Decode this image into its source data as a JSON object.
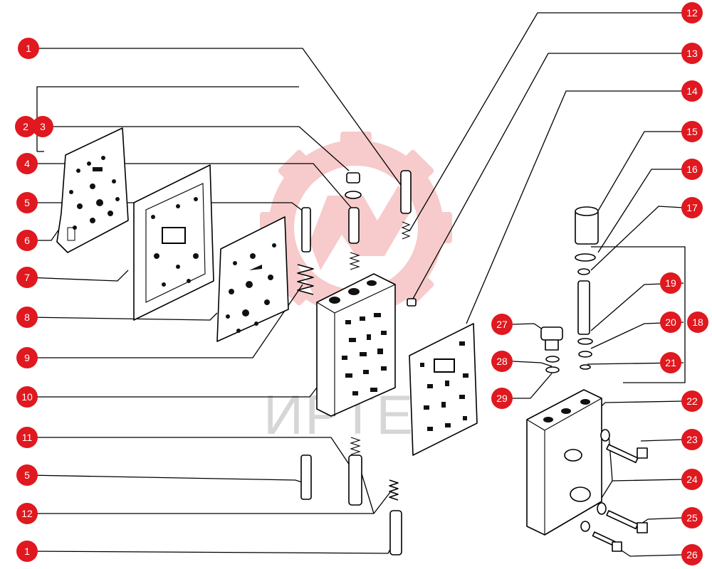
{
  "watermark": {
    "text": "ИРТЕХ",
    "gear_color": "#f7c6c6",
    "text_color": "#d6d6d6"
  },
  "callout_color": "#e0181f",
  "callouts": [
    {
      "id": "c-1a",
      "label": "1"
    },
    {
      "id": "c-2",
      "label": "2"
    },
    {
      "id": "c-3",
      "label": "3"
    },
    {
      "id": "c-4",
      "label": "4"
    },
    {
      "id": "c-5a",
      "label": "5"
    },
    {
      "id": "c-6",
      "label": "6"
    },
    {
      "id": "c-7",
      "label": "7"
    },
    {
      "id": "c-8",
      "label": "8"
    },
    {
      "id": "c-9",
      "label": "9"
    },
    {
      "id": "c-10",
      "label": "10"
    },
    {
      "id": "c-11",
      "label": "11"
    },
    {
      "id": "c-5b",
      "label": "5"
    },
    {
      "id": "c-12b",
      "label": "12"
    },
    {
      "id": "c-1b",
      "label": "1"
    },
    {
      "id": "c-12a",
      "label": "12"
    },
    {
      "id": "c-13",
      "label": "13"
    },
    {
      "id": "c-14",
      "label": "14"
    },
    {
      "id": "c-15",
      "label": "15"
    },
    {
      "id": "c-16",
      "label": "16"
    },
    {
      "id": "c-17",
      "label": "17"
    },
    {
      "id": "c-18",
      "label": "18"
    },
    {
      "id": "c-19",
      "label": "19"
    },
    {
      "id": "c-20",
      "label": "20"
    },
    {
      "id": "c-21",
      "label": "21"
    },
    {
      "id": "c-22",
      "label": "22"
    },
    {
      "id": "c-23",
      "label": "23"
    },
    {
      "id": "c-24",
      "label": "24"
    },
    {
      "id": "c-25",
      "label": "25"
    },
    {
      "id": "c-26",
      "label": "26"
    },
    {
      "id": "c-27",
      "label": "27"
    },
    {
      "id": "c-28",
      "label": "28"
    },
    {
      "id": "c-29",
      "label": "29"
    }
  ]
}
